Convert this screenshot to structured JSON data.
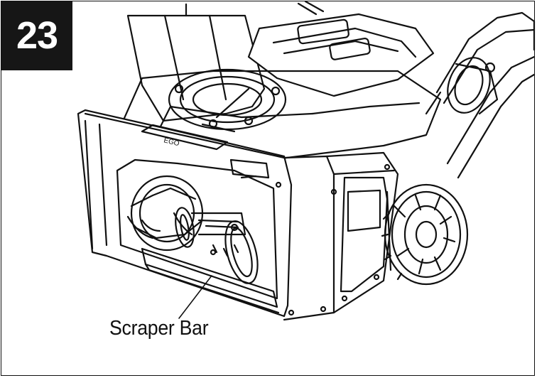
{
  "figure": {
    "step_number": "23",
    "callout_label": "Scraper Bar"
  },
  "colors": {
    "line": "#111111",
    "badge_bg": "#161616",
    "badge_text": "#ffffff",
    "paper": "#ffffff"
  },
  "icons": {
    "main_illustration": "snow-blower-drawing",
    "wheel": "wheel-drawing",
    "auger": "auger-drawing"
  }
}
